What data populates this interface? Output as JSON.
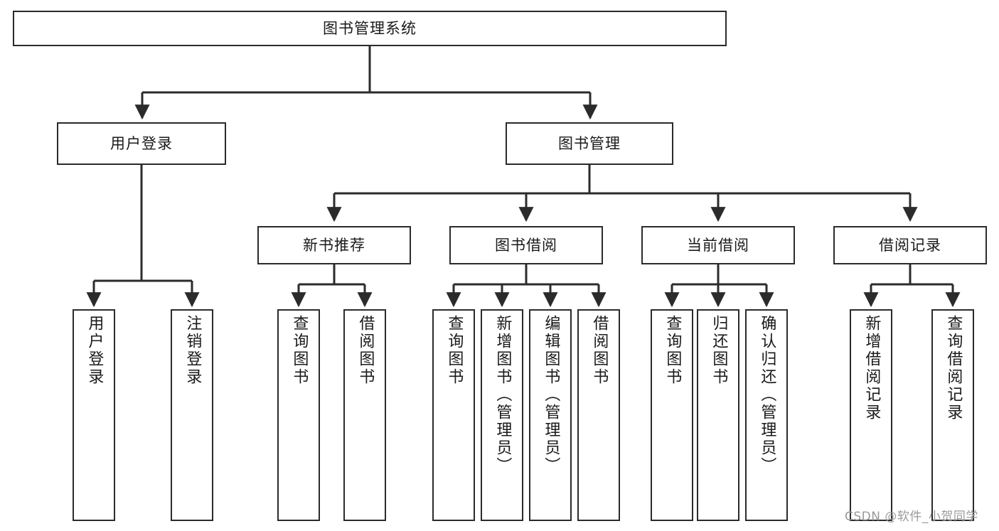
{
  "diagram": {
    "title_node": {
      "label": "图书管理系统"
    },
    "level2": [
      {
        "key": "user-login",
        "label": "用户登录"
      },
      {
        "key": "book-management",
        "label": "图书管理"
      }
    ],
    "level3": [
      {
        "key": "new-book-recommend",
        "label": "新书推荐"
      },
      {
        "key": "book-borrow",
        "label": "图书借阅"
      },
      {
        "key": "current-borrow",
        "label": "当前借阅"
      },
      {
        "key": "borrow-record",
        "label": "借阅记录"
      }
    ],
    "leaves": [
      {
        "key": "user-login-leaf",
        "label": "用户登录"
      },
      {
        "key": "logout-leaf",
        "label": "注销登录"
      },
      {
        "key": "query-book-rec",
        "label": "查询图书"
      },
      {
        "key": "borrow-book-rec",
        "label": "借阅图书"
      },
      {
        "key": "query-book-borrow",
        "label": "查询图书"
      },
      {
        "key": "add-book-admin",
        "label": "新增图书（管理员）"
      },
      {
        "key": "edit-book-admin",
        "label": "编辑图书（管理员）"
      },
      {
        "key": "borrow-book",
        "label": "借阅图书"
      },
      {
        "key": "query-book-current",
        "label": "查询图书"
      },
      {
        "key": "return-book",
        "label": "归还图书"
      },
      {
        "key": "confirm-return-admin",
        "label": "确认归还（管理员）"
      },
      {
        "key": "add-borrow-record",
        "label": "新增借阅记录"
      },
      {
        "key": "query-borrow-record",
        "label": "查询借阅记录"
      }
    ],
    "watermark": "CSDN @软件_小贺同学",
    "colors": {
      "border": "#2b2b2b",
      "text": "#1a1a1a",
      "background": "#ffffff",
      "watermark": "#9a9a9a"
    }
  }
}
